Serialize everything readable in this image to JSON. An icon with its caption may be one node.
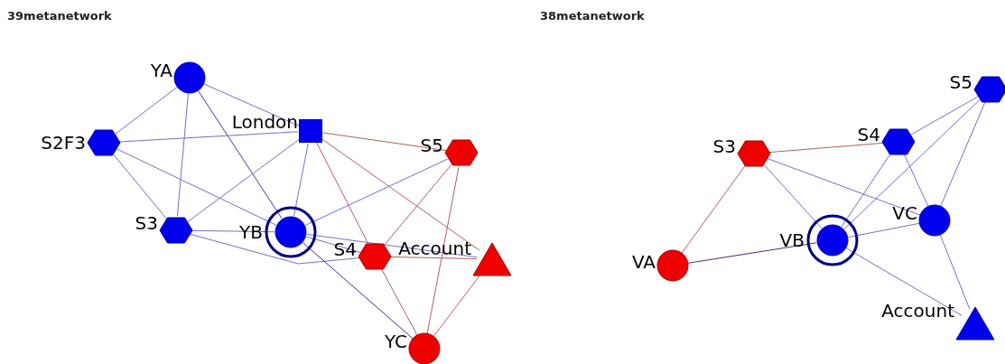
{
  "diagram": {
    "nodes": [
      {
        "text": [
          "YA"
        ]
      },
      {
        "text": [
          "S2F3"
        ]
      },
      {
        "text": [
          "London"
        ]
      },
      {
        "text": [
          "S5"
        ]
      },
      {
        "text": [
          "S3"
        ]
      },
      {
        "text": [
          "YB"
        ]
      },
      {
        "text": [
          "S4"
        ]
      },
      {
        "text": [
          "Account"
        ]
      },
      {
        "text": [
          "YC"
        ]
      },
      {
        "text": [
          "S5"
        ]
      },
      {
        "text": [
          "S4"
        ]
      },
      {
        "text": [
          "S3"
        ]
      },
      {
        "text": [
          "VC"
        ]
      },
      {
        "text": [
          "VB"
        ]
      },
      {
        "text": [
          "VA"
        ]
      },
      {
        "text": [
          "Account"
        ]
      }
    ],
    "edges": [
      {
        "from": 0,
        "to": 1,
        "arrow": "none"
      },
      {
        "from": 0,
        "to": 2,
        "arrow": "none"
      },
      {
        "from": 0,
        "to": 4,
        "arrow": "none"
      },
      {
        "from": 0,
        "to": 5,
        "arrow": "none",
        "color": "#3a3aa0"
      },
      {
        "from": 1,
        "to": 2,
        "arrow": "none"
      },
      {
        "from": 1,
        "to": 4,
        "arrow": "none"
      },
      {
        "from": 1,
        "to": 5,
        "arrow": "none"
      },
      {
        "from": 2,
        "to": 4,
        "arrow": "none"
      },
      {
        "from": 2,
        "to": 5,
        "arrow": "none"
      },
      {
        "from": 2,
        "to": 3,
        "arrow": "none",
        "color": "#b06060"
      },
      {
        "from": 2,
        "to": 6,
        "arrow": "none",
        "color": "#b06060"
      },
      {
        "from": 2,
        "to": 7,
        "arrow": "none",
        "color": "#b06060"
      },
      {
        "from": 4,
        "to": 5,
        "arrow": "none"
      },
      {
        "from": 4,
        "to": 6,
        "arrow": "none"
      },
      {
        "from": 5,
        "to": 3,
        "arrow": "none"
      },
      {
        "from": 5,
        "to": 6,
        "arrow": "none"
      },
      {
        "from": 5,
        "to": 7,
        "arrow": "none"
      },
      {
        "from": 5,
        "to": 8,
        "arrow": "none",
        "color": "#4b2a80"
      },
      {
        "from": 3,
        "to": 6,
        "arrow": "none",
        "color": "#b06060"
      },
      {
        "from": 3,
        "to": 8,
        "arrow": "none",
        "color": "#b06060"
      },
      {
        "from": 6,
        "to": 7,
        "arrow": "none",
        "color": "#b06060"
      },
      {
        "from": 6,
        "to": 8,
        "arrow": "none",
        "color": "#b06060"
      },
      {
        "from": 7,
        "to": 8,
        "arrow": "none",
        "color": "#b06060"
      },
      {
        "from": 11,
        "to": 10,
        "arrow": "none",
        "color": "#b06060"
      },
      {
        "from": 11,
        "to": 14,
        "arrow": "none",
        "color": "#b06060"
      },
      {
        "from": 11,
        "to": 13,
        "arrow": "none"
      },
      {
        "from": 11,
        "to": 12,
        "arrow": "none"
      },
      {
        "from": 10,
        "to": 9,
        "arrow": "none"
      },
      {
        "from": 10,
        "to": 13,
        "arrow": "none"
      },
      {
        "from": 10,
        "to": 12,
        "arrow": "none"
      },
      {
        "from": 9,
        "to": 13,
        "arrow": "none"
      },
      {
        "from": 9,
        "to": 12,
        "arrow": "none"
      },
      {
        "from": 13,
        "to": 12,
        "arrow": "none"
      },
      {
        "from": 14,
        "to": 13,
        "arrow": "none",
        "color": "#4b2a80"
      },
      {
        "from": 13,
        "to": 15,
        "arrow": "none"
      },
      {
        "from": 12,
        "to": 15,
        "arrow": "none"
      }
    ],
    "labels": [
      "39metanetwork",
      "38metanetwork"
    ]
  }
}
